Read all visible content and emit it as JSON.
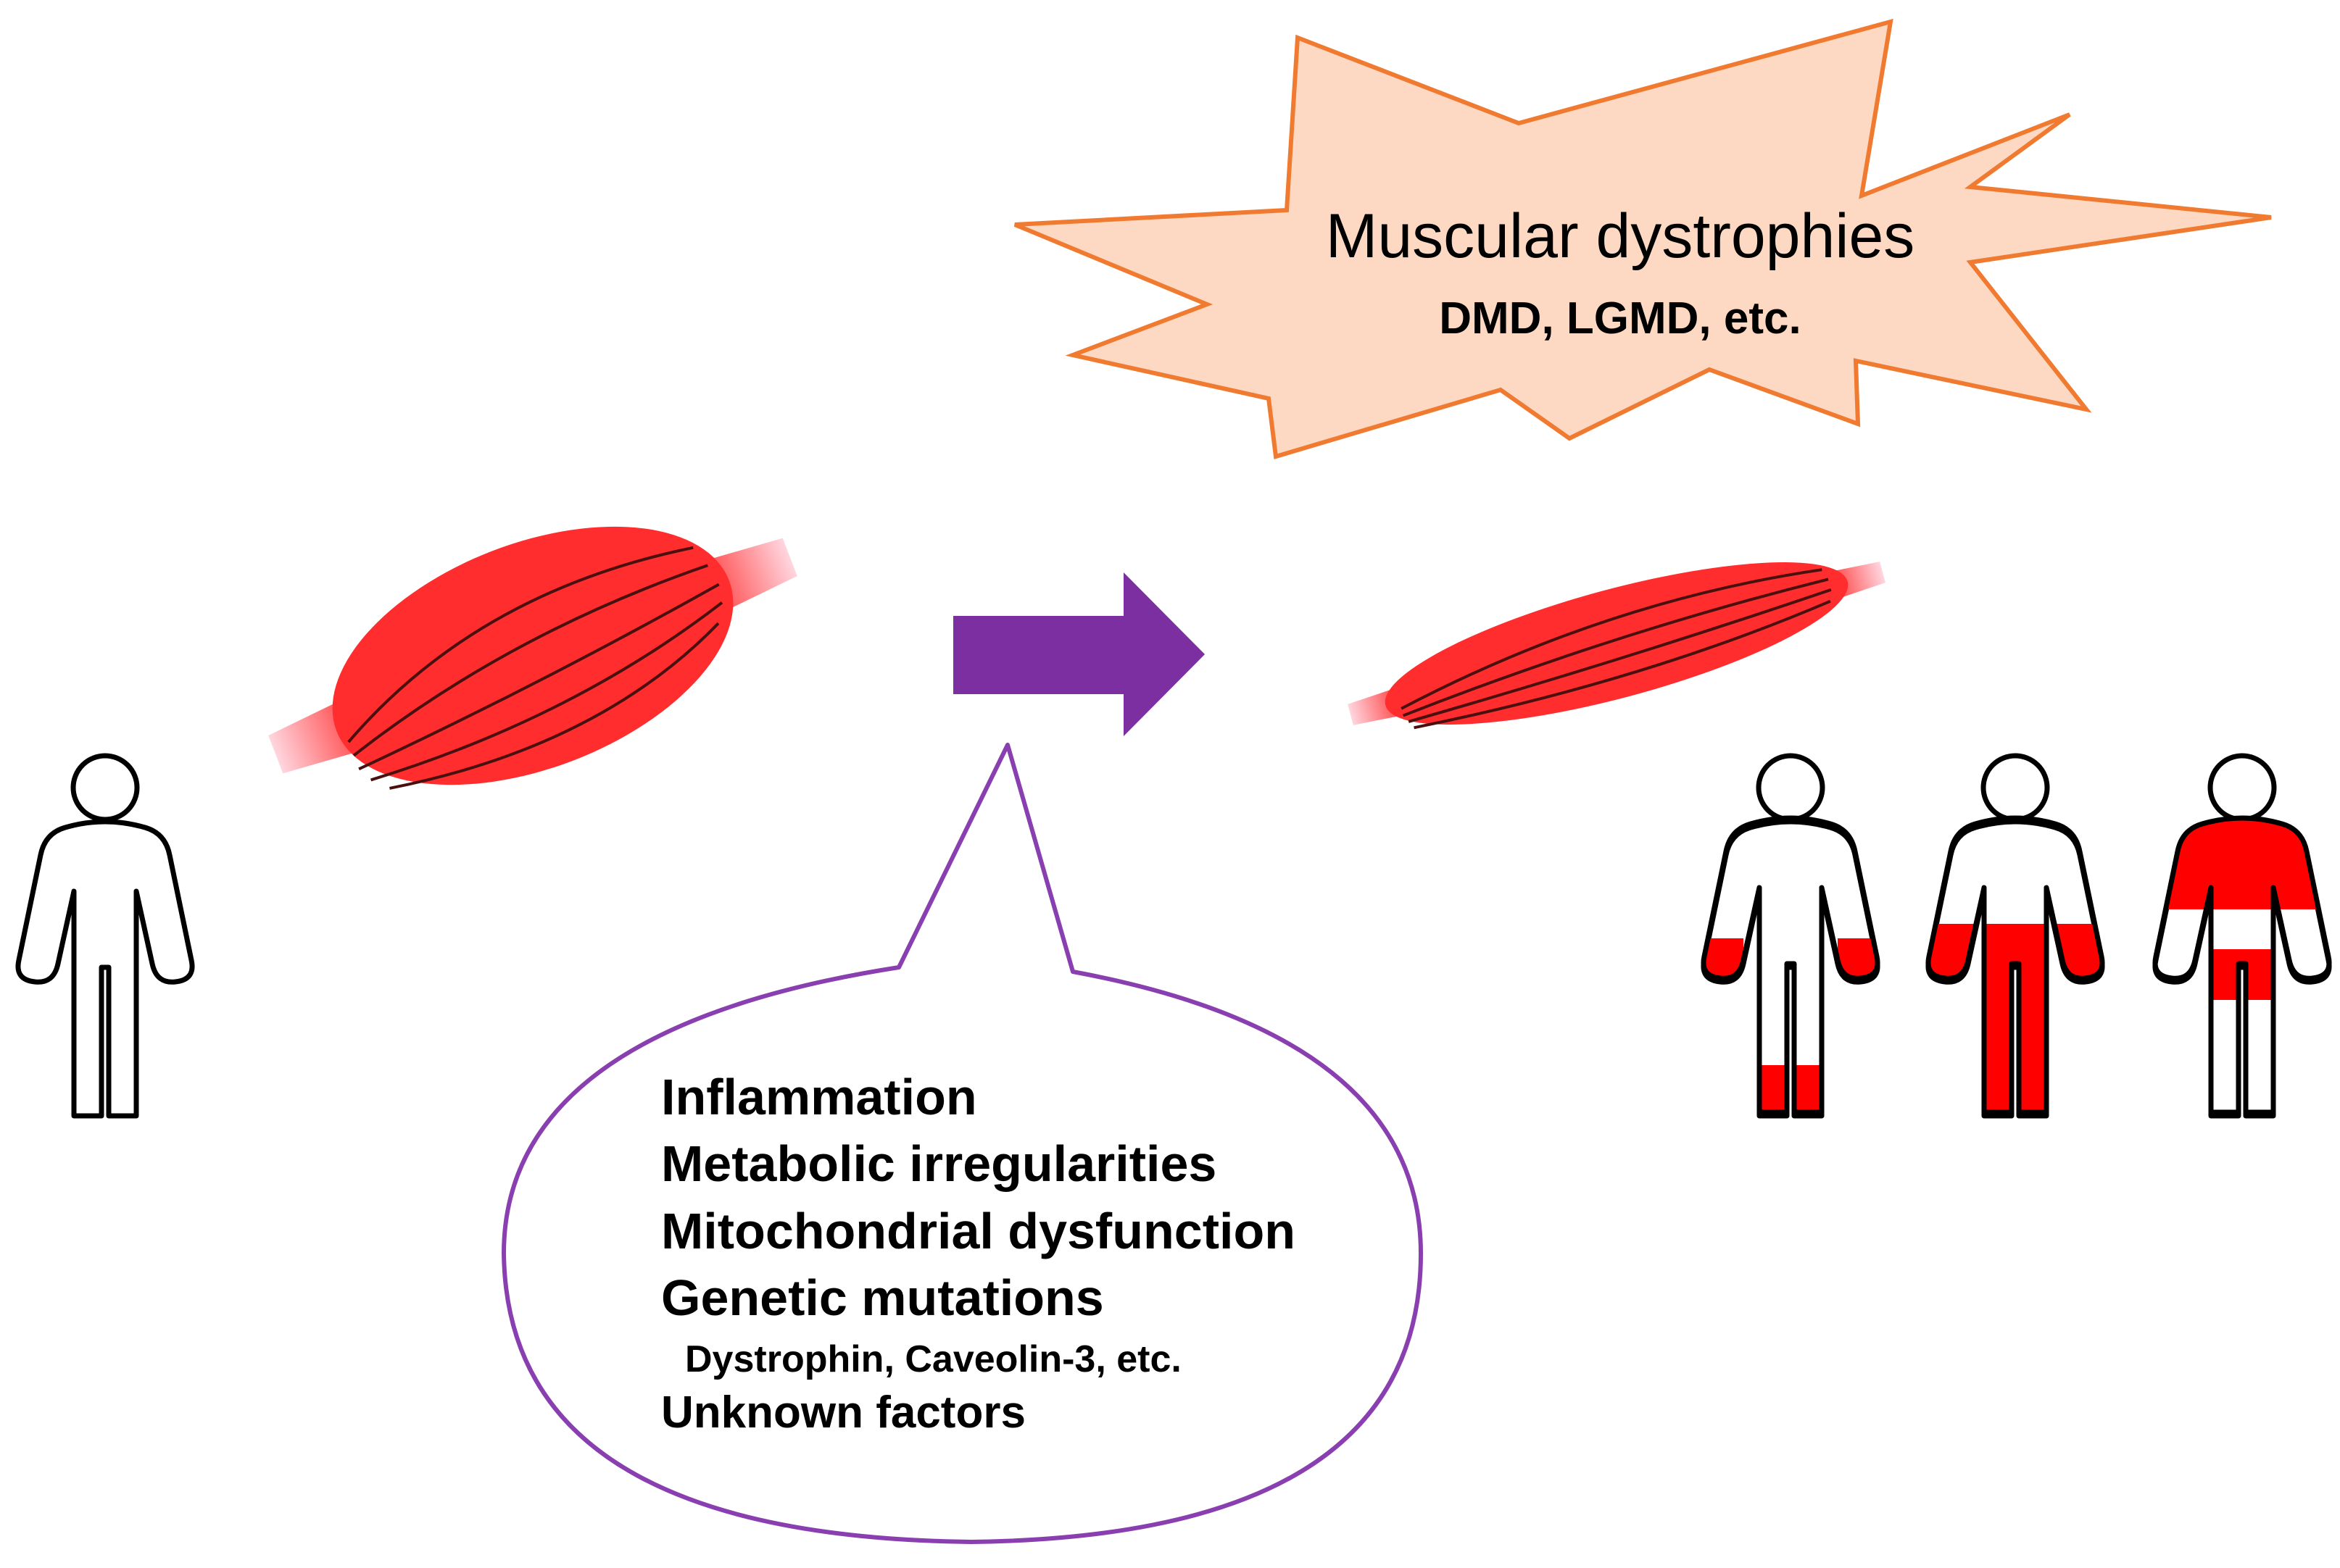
{
  "burst": {
    "title": "Muscular dystrophies",
    "subtitle": "DMD, LGMD, etc."
  },
  "causes": {
    "items": [
      "Inflammation",
      "Metabolic irregularities",
      "Mitochondrial dysfunction",
      "Genetic mutations",
      "Dystrophin, Caveolin-3, etc.",
      "Unknown  factors"
    ]
  },
  "colors": {
    "muscle": "#ff2d2d",
    "affected": "#ff0000",
    "arrow": "#7b2fa0",
    "bubble_outline": "#8a3fb0",
    "burst_fill": "#fdd8c2",
    "burst_outline": "#f07a30"
  }
}
